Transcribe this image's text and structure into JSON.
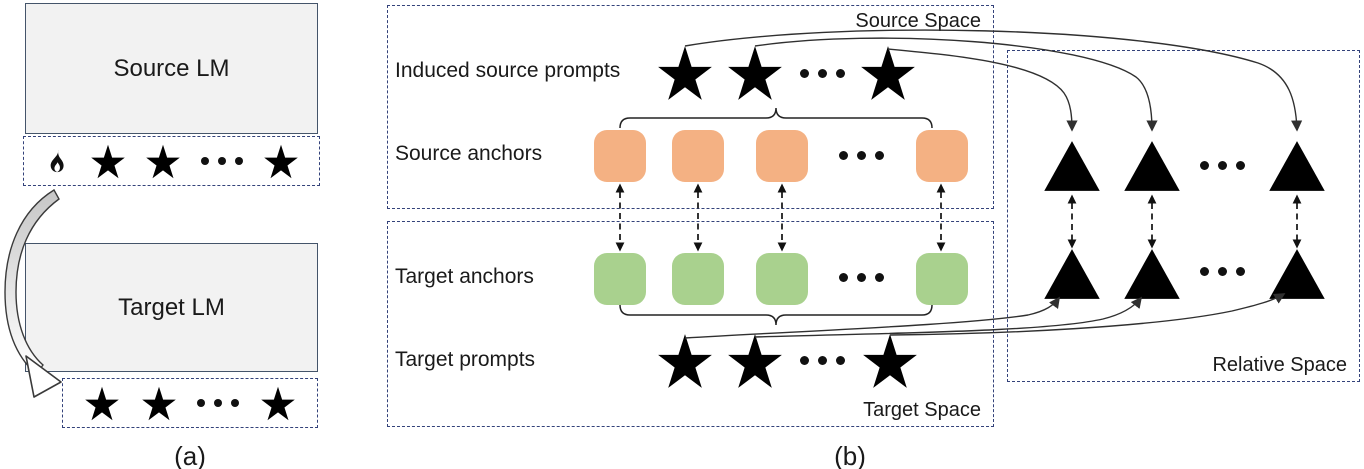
{
  "panel_a": {
    "source_lm_label": "Source LM",
    "target_lm_label": "Target LM",
    "caption": "(a)",
    "icons": {
      "flame": "flame-icon"
    }
  },
  "panel_b": {
    "labels": {
      "induced_source_prompts": "Induced source prompts",
      "source_anchors": "Source anchors",
      "target_anchors": "Target anchors",
      "target_prompts": "Target prompts"
    },
    "spaces": {
      "source": "Source Space",
      "target": "Target Space",
      "relative": "Relative Space"
    },
    "caption": "(b)"
  },
  "colors": {
    "orange": "#F4B183",
    "green": "#A9D18E",
    "dashed_border": "#33427A",
    "lm_box_fill": "#F2F2F2",
    "lm_box_border": "#44546A",
    "ink": "#1A1A1A",
    "line": "#303030"
  }
}
